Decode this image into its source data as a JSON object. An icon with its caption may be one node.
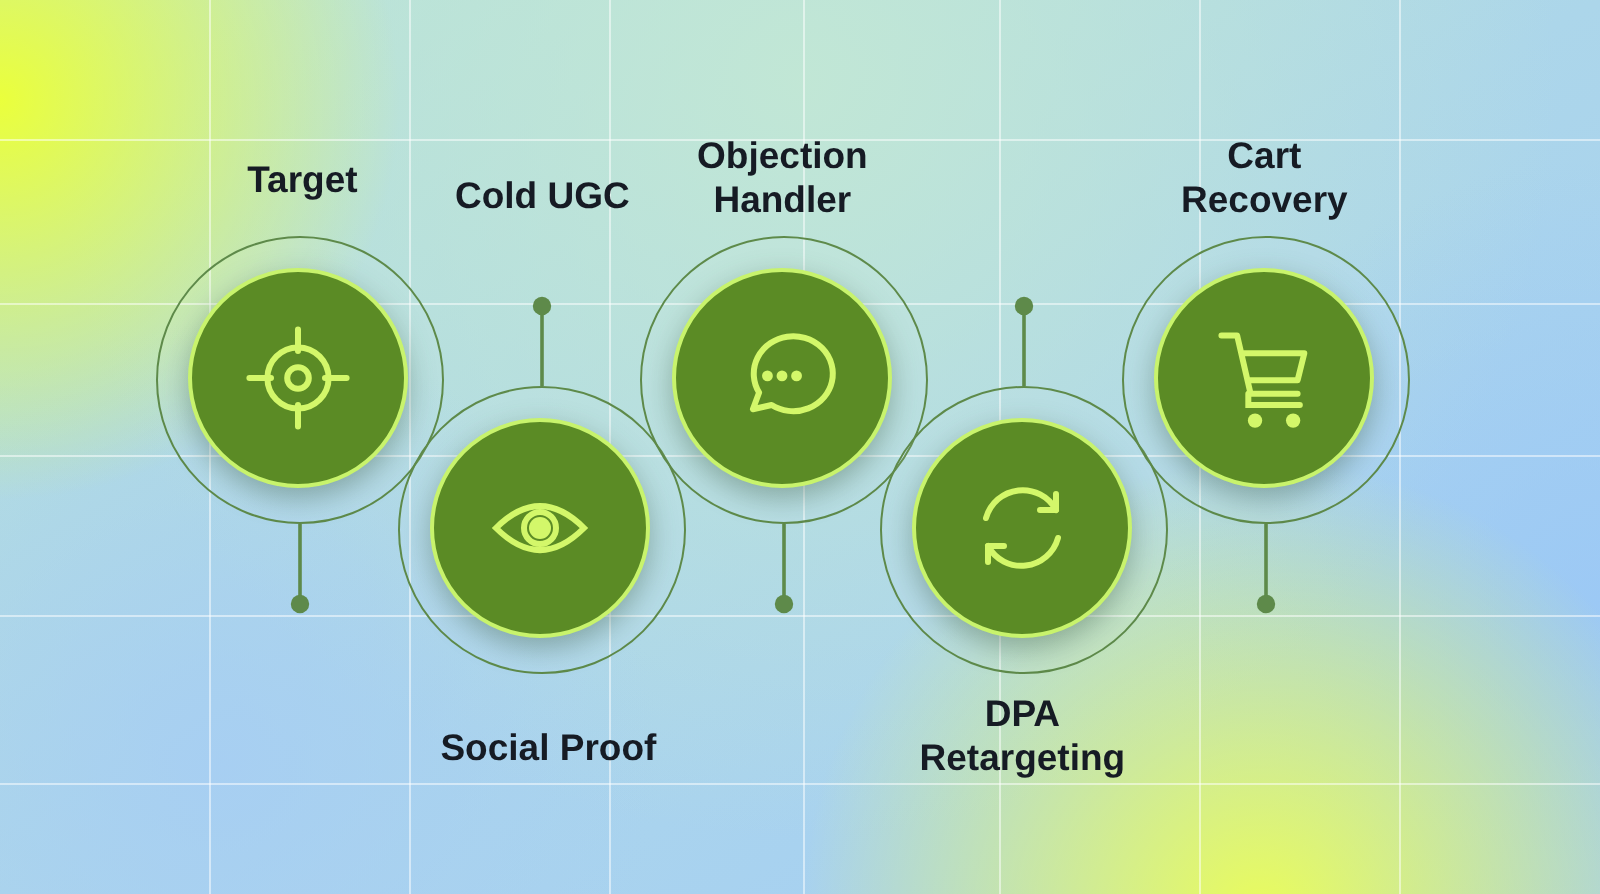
{
  "diagram": {
    "nodes": [
      {
        "text": [
          "Target"
        ]
      },
      {
        "text": [
          "Cold UGC",
          "Social Proof"
        ]
      },
      {
        "text": [
          "Objection Handler"
        ]
      },
      {
        "text": [
          "DPA Retargeting"
        ]
      },
      {
        "text": [
          "Cart Recovery"
        ]
      }
    ],
    "edges": [
      {
        "from": 0,
        "to": null,
        "arrow": "other"
      },
      {
        "from": 1,
        "to": null,
        "arrow": "other"
      },
      {
        "from": 2,
        "to": null,
        "arrow": "other"
      },
      {
        "from": 3,
        "to": null,
        "arrow": "other"
      },
      {
        "from": 4,
        "to": null,
        "arrow": "other"
      }
    ]
  }
}
